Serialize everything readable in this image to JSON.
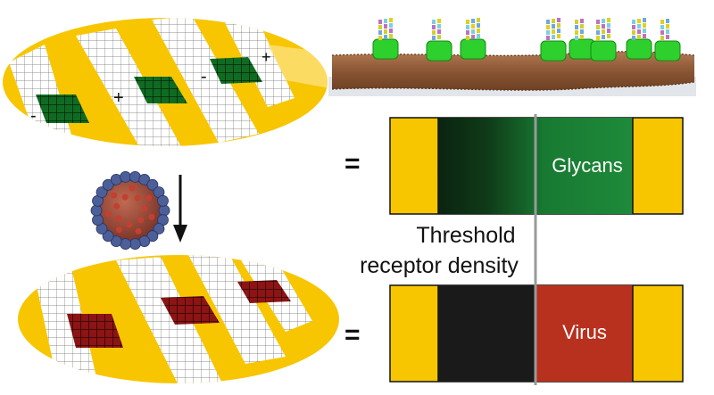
{
  "top_sign_a": "-",
  "top_sign_b": "+",
  "top_sign_c": "-",
  "top_sign_d": "+",
  "eq_top": "=",
  "eq_bottom": "=",
  "glycans_label": "Glycans",
  "virus_label": "Virus",
  "threshold_line1": "Threshold",
  "threshold_line2": "receptor density",
  "colors": {
    "gold": "#f7c600",
    "pale_gold": "#fbe07a",
    "green_dark": "#0b2e12",
    "green": "#1e8a3a",
    "virus_red": "#b8301e",
    "black_band": "#1a1a1a",
    "threshold_gray": "#9a9a9a"
  }
}
